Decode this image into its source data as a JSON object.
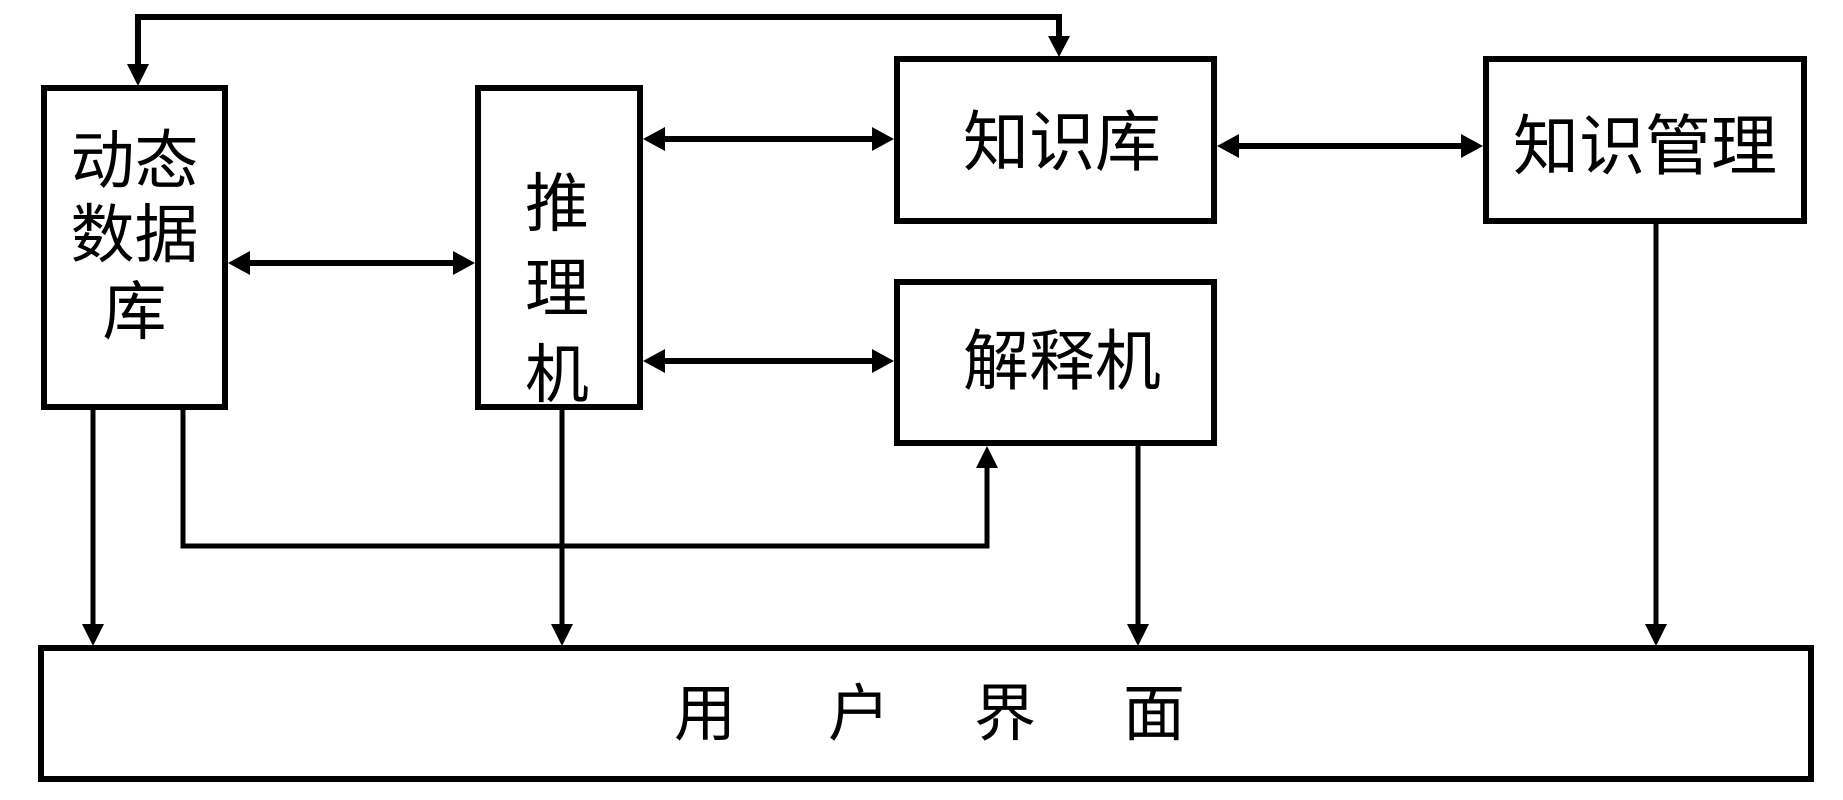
{
  "diagram": {
    "type": "block-diagram",
    "nodes": {
      "dynamic_db": {
        "label": "动态数据库",
        "lines": [
          "动态",
          "数据",
          "库"
        ]
      },
      "inference": {
        "label": "推理机",
        "lines": [
          "推",
          "理",
          "机"
        ]
      },
      "knowledge_base": {
        "label": "知识库"
      },
      "explainer": {
        "label": "解释机"
      },
      "knowledge_mgmt": {
        "label": "知识管理"
      },
      "user_interface": {
        "label": "用户界面",
        "chars": [
          "用",
          "户",
          "界",
          "面"
        ]
      }
    },
    "edges": [
      {
        "from": "dynamic_db",
        "to": "knowledge_base",
        "direction": "bidirectional",
        "route": "over-top"
      },
      {
        "from": "dynamic_db",
        "to": "inference",
        "direction": "bidirectional"
      },
      {
        "from": "inference",
        "to": "knowledge_base",
        "direction": "bidirectional"
      },
      {
        "from": "inference",
        "to": "explainer",
        "direction": "bidirectional"
      },
      {
        "from": "knowledge_base",
        "to": "knowledge_mgmt",
        "direction": "bidirectional"
      },
      {
        "from": "dynamic_db",
        "to": "explainer",
        "direction": "forward",
        "route": "under"
      },
      {
        "from": "dynamic_db",
        "to": "user_interface",
        "direction": "forward"
      },
      {
        "from": "inference",
        "to": "user_interface",
        "direction": "forward"
      },
      {
        "from": "explainer",
        "to": "user_interface",
        "direction": "forward"
      },
      {
        "from": "knowledge_mgmt",
        "to": "user_interface",
        "direction": "forward"
      }
    ],
    "colors": {
      "stroke": "#000000",
      "background": "#ffffff"
    }
  }
}
